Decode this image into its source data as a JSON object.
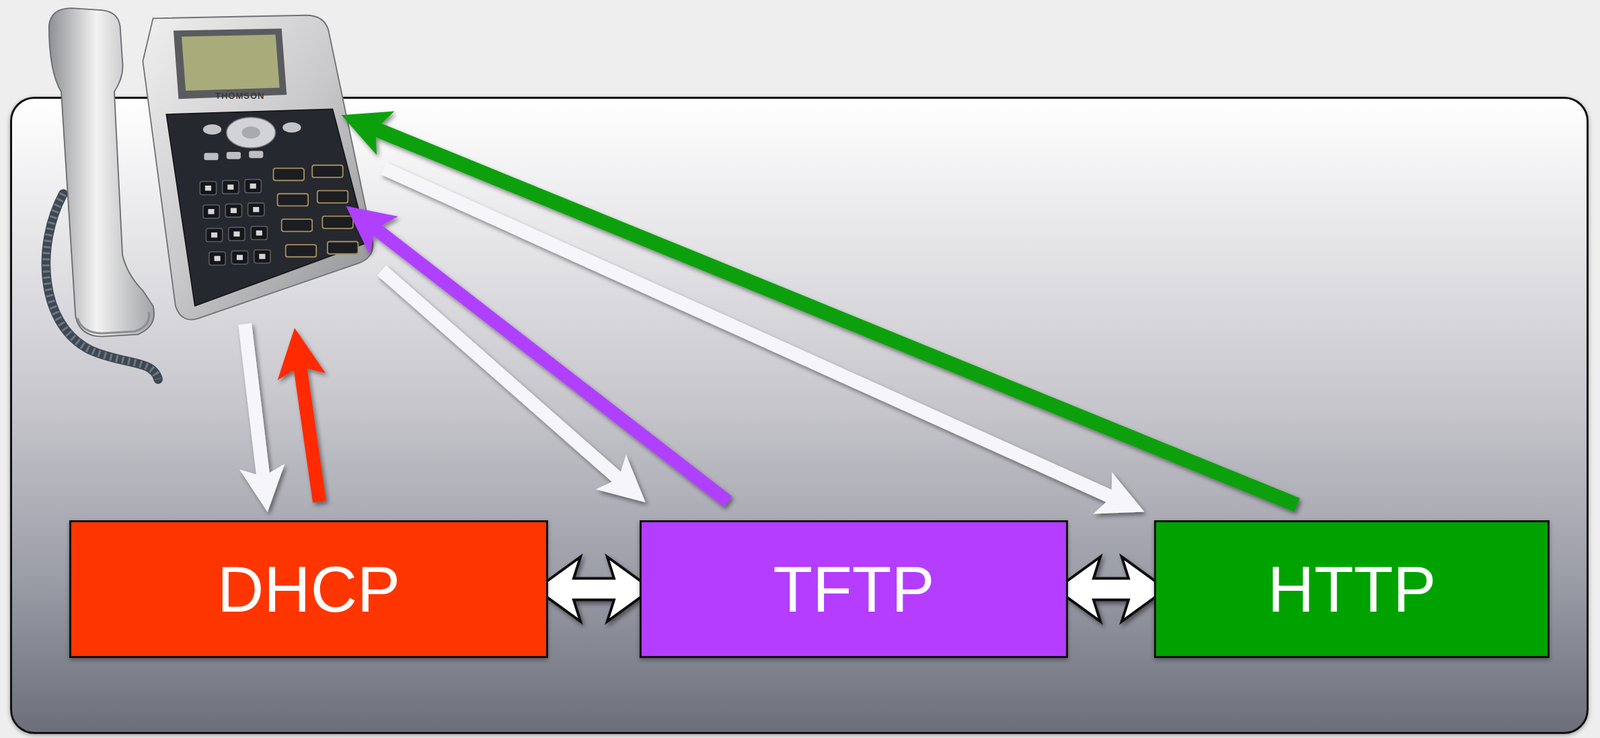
{
  "diagram": {
    "nodes": [
      {
        "text": [
          "THOMSON"
        ]
      },
      {
        "text": [
          "DHCP"
        ]
      },
      {
        "text": [
          "TFTP"
        ]
      },
      {
        "text": [
          "HTTP"
        ]
      }
    ],
    "edges": [
      {
        "from": 0,
        "to": 1,
        "arrow": "to"
      },
      {
        "from": 1,
        "to": 0,
        "arrow": "to"
      },
      {
        "from": 0,
        "to": 2,
        "arrow": "to"
      },
      {
        "from": 2,
        "to": 0,
        "arrow": "to"
      },
      {
        "from": 0,
        "to": 3,
        "arrow": "to"
      },
      {
        "from": 3,
        "to": 0,
        "arrow": "to"
      },
      {
        "from": 1,
        "to": 2,
        "arrow": "both"
      },
      {
        "from": 2,
        "to": 3,
        "arrow": "both"
      }
    ]
  }
}
